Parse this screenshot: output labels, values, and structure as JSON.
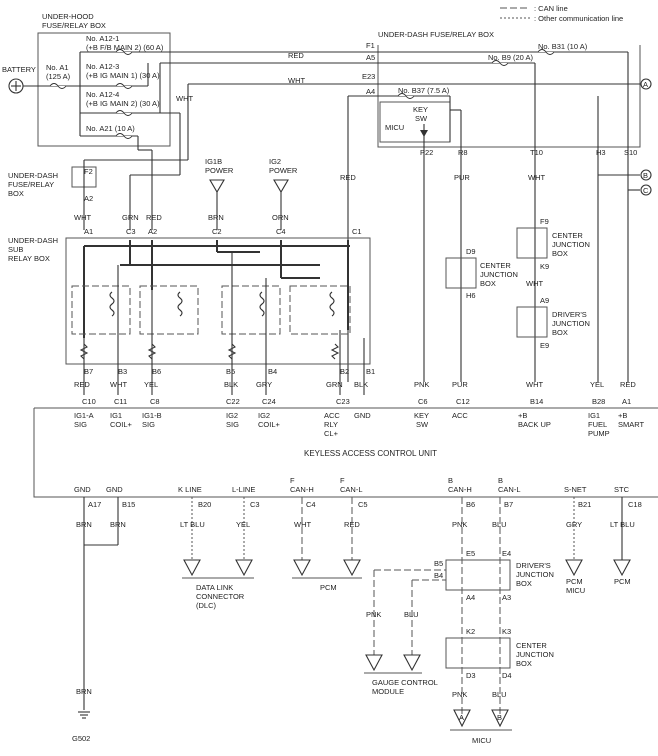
{
  "legend": {
    "can_line": ": CAN line",
    "other_line": ": Other communication line"
  },
  "boxes": {
    "under_hood_l1": "UNDER-HOOD",
    "under_hood_l2": "FUSE/RELAY BOX",
    "under_dash_main": "UNDER-DASH FUSE/RELAY BOX",
    "under_dash_small_l1": "UNDER-DASH",
    "under_dash_small_l2": "FUSE/RELAY",
    "under_dash_small_l3": "BOX",
    "sub_relay_l1": "UNDER-DASH",
    "sub_relay_l2": "SUB",
    "sub_relay_l3": "RELAY BOX",
    "unit": "KEYLESS ACCESS CONTROL UNIT",
    "micu": "MICU",
    "key_sw_l1": "KEY",
    "key_sw_l2": "SW",
    "cjb1_l1": "CENTER",
    "cjb1_l2": "JUNCTION",
    "cjb1_l3": "BOX",
    "cjb_d9_l1": "CENTER",
    "cjb_d9_l2": "JUNCTION",
    "cjb_d9_l3": "BOX",
    "djb1_l1": "DRIVER'S",
    "djb1_l2": "JUNCTION",
    "djb1_l3": "BOX",
    "djb2_l1": "DRIVER'S",
    "djb2_l2": "JUNCTION",
    "djb2_l3": "BOX",
    "cjb2_l1": "CENTER",
    "cjb2_l2": "JUNCTION",
    "cjb2_l3": "BOX"
  },
  "battery": "BATTERY",
  "fuses": {
    "a1_l1": "No. A1",
    "a1_l2": "(125 A)",
    "a12_1_l1": "No. A12-1",
    "a12_1_l2": "(+B F/B MAIN 2) (60 A)",
    "a12_3_l1": "No. A12-3",
    "a12_3_l2": "(+B IG MAIN 1) (30 A)",
    "a12_4_l1": "No. A12-4",
    "a12_4_l2": "(+B IG MAIN 2) (30 A)",
    "a21": "No. A21 (10 A)",
    "b31": "No. B31 (10 A)",
    "b9": "No. B9 (20 A)",
    "b37": "No. B37 (7.5 A)"
  },
  "powers": {
    "ig1b_l1": "IG1B",
    "ig1b_l2": "POWER",
    "ig2_l1": "IG2",
    "ig2_l2": "POWER"
  },
  "offpage": {
    "a": "A",
    "b": "B",
    "c": "C"
  },
  "wires": {
    "red": "RED",
    "wht": "WHT",
    "grn": "GRN",
    "brn": "BRN",
    "orn": "ORN",
    "pur": "PUR",
    "pnk": "PNK",
    "blk": "BLK",
    "gry": "GRY",
    "yel": "YEL",
    "ltblu": "LT BLU",
    "blu": "BLU"
  },
  "terminals": {
    "f1": "F1",
    "a5": "A5",
    "e23": "E23",
    "a4": "A4",
    "f2": "F2",
    "a2": "A2",
    "p22": "P22",
    "r8": "R8",
    "t10": "T10",
    "h3": "H3",
    "s10": "S10",
    "a1": "A1",
    "c3": "C3",
    "c2": "C2",
    "c4": "C4",
    "c1": "C1",
    "b7": "B7",
    "b3": "B3",
    "b6": "B6",
    "b5": "B5",
    "b4": "B4",
    "b2": "B2",
    "b1": "B1",
    "f9": "F9",
    "k9": "K9",
    "a9": "A9",
    "e9": "E9",
    "d9": "D9",
    "h6": "H6",
    "c10": "C10",
    "c11": "C11",
    "c8": "C8",
    "c22": "C22",
    "c24": "C24",
    "c23": "C23",
    "c6": "C6",
    "c12": "C12",
    "b14": "B14",
    "b28": "B28",
    "a17": "A17",
    "b15": "B15",
    "b20": "B20",
    "c4b": "C4",
    "c5": "C5",
    "b6b": "B6",
    "b7b": "B7",
    "b21": "B21",
    "c18": "C18",
    "e5": "E5",
    "e4": "E4",
    "b5b": "B5",
    "b4b": "B4",
    "a4b": "A4",
    "a3": "A3",
    "k2": "K2",
    "k3": "K3",
    "d3": "D3",
    "d4": "D4"
  },
  "pins_top": {
    "ig1a_l1": "IG1-A",
    "ig1a_l2": "SIG",
    "ig1coil_l1": "IG1",
    "ig1coil_l2": "COIL+",
    "ig1b_l1": "IG1-B",
    "ig1b_l2": "SIG",
    "ig2sig_l1": "IG2",
    "ig2sig_l2": "SIG",
    "ig2coil_l1": "IG2",
    "ig2coil_l2": "COIL+",
    "acc_l1": "ACC",
    "acc_l2": "RLY",
    "acc_l3": "CL+",
    "gnd": "GND",
    "keysw_l1": "KEY",
    "keysw_l2": "SW",
    "acc": "ACC",
    "backup_l1": "+B",
    "backup_l2": "BACK UP",
    "fuelpump_l1": "IG1",
    "fuelpump_l2": "FUEL",
    "fuelpump_l3": "PUMP",
    "smart_l1": "+B",
    "smart_l2": "SMART"
  },
  "pins_bottom": {
    "gnd1": "GND",
    "gnd2": "GND",
    "kline": "K LINE",
    "lline": "L-LINE",
    "fcanh_l1": "F",
    "fcanh_l2": "CAN-H",
    "fcanl_l1": "F",
    "fcanl_l2": "CAN-L",
    "bcanh_l1": "B",
    "bcanh_l2": "CAN-H",
    "bcanl_l1": "B",
    "bcanl_l2": "CAN-L",
    "snet": "S-NET",
    "stc": "STC"
  },
  "destinations": {
    "dlc_l1": "DATA LINK",
    "dlc_l2": "CONNECTOR",
    "dlc_l3": "(DLC)",
    "pcm1": "PCM",
    "pcm_micu_l1": "PCM",
    "pcm_micu_l2": "MICU",
    "pcm2": "PCM",
    "gauge_l1": "GAUGE CONTROL",
    "gauge_l2": "MODULE",
    "micu_bottom": "MICU",
    "micu_a": "A",
    "micu_b": "B",
    "ground": "G502"
  }
}
